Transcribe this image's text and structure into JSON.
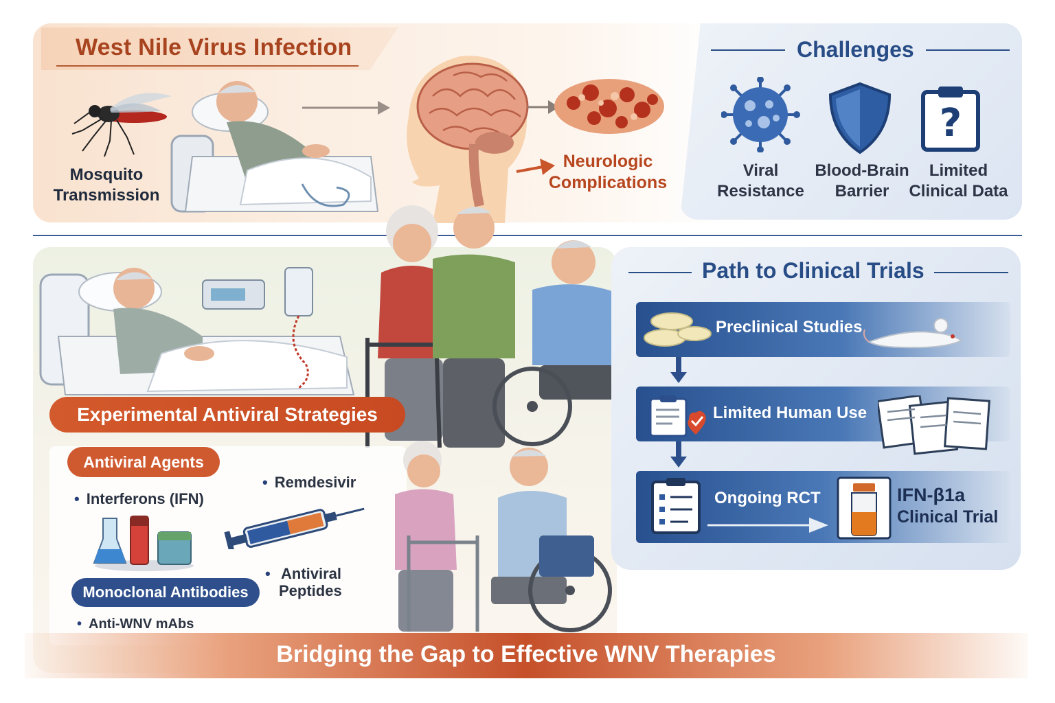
{
  "top": {
    "title": "West Nile Virus Infection",
    "mosquito_label_line1": "Mosquito",
    "mosquito_label_line2": "Transmission",
    "neuro_label_line1": "Neurologic",
    "neuro_label_line2": "Complications"
  },
  "challenges": {
    "title": "Challenges",
    "items": [
      {
        "line1": "Viral",
        "line2": "Resistance",
        "icon": "virus-icon"
      },
      {
        "line1": "Blood-Brain",
        "line2": "Barrier",
        "icon": "shield-icon"
      },
      {
        "line1": "Limited",
        "line2": "Clinical Data",
        "icon": "clipboard-question-icon"
      }
    ]
  },
  "strategies": {
    "banner": "Experimental Antiviral Strategies",
    "antiviral_agents": "Antiviral Agents",
    "interferons": "Interferons (IFN)",
    "remdesivir": "Remdesivir",
    "peptides_line1": "Antiviral",
    "peptides_line2": "Peptides",
    "monoclonal": "Monoclonal Antibodies",
    "anti_wnv": "Anti-WNV mAbs"
  },
  "trials": {
    "title": "Path to Clinical Trials",
    "steps": [
      {
        "label": "Preclinical Studies"
      },
      {
        "label": "Limited Human Use"
      },
      {
        "label": "Ongoing RCT"
      }
    ],
    "ifn_line1": "IFN-β1a",
    "ifn_line2": "Clinical Trial"
  },
  "footer": {
    "banner": "Bridging the Gap to Effective WNV Therapies"
  },
  "colors": {
    "orange_accent": "#c9552a",
    "navy": "#274c86",
    "panel_blue": "#dde6f3"
  }
}
